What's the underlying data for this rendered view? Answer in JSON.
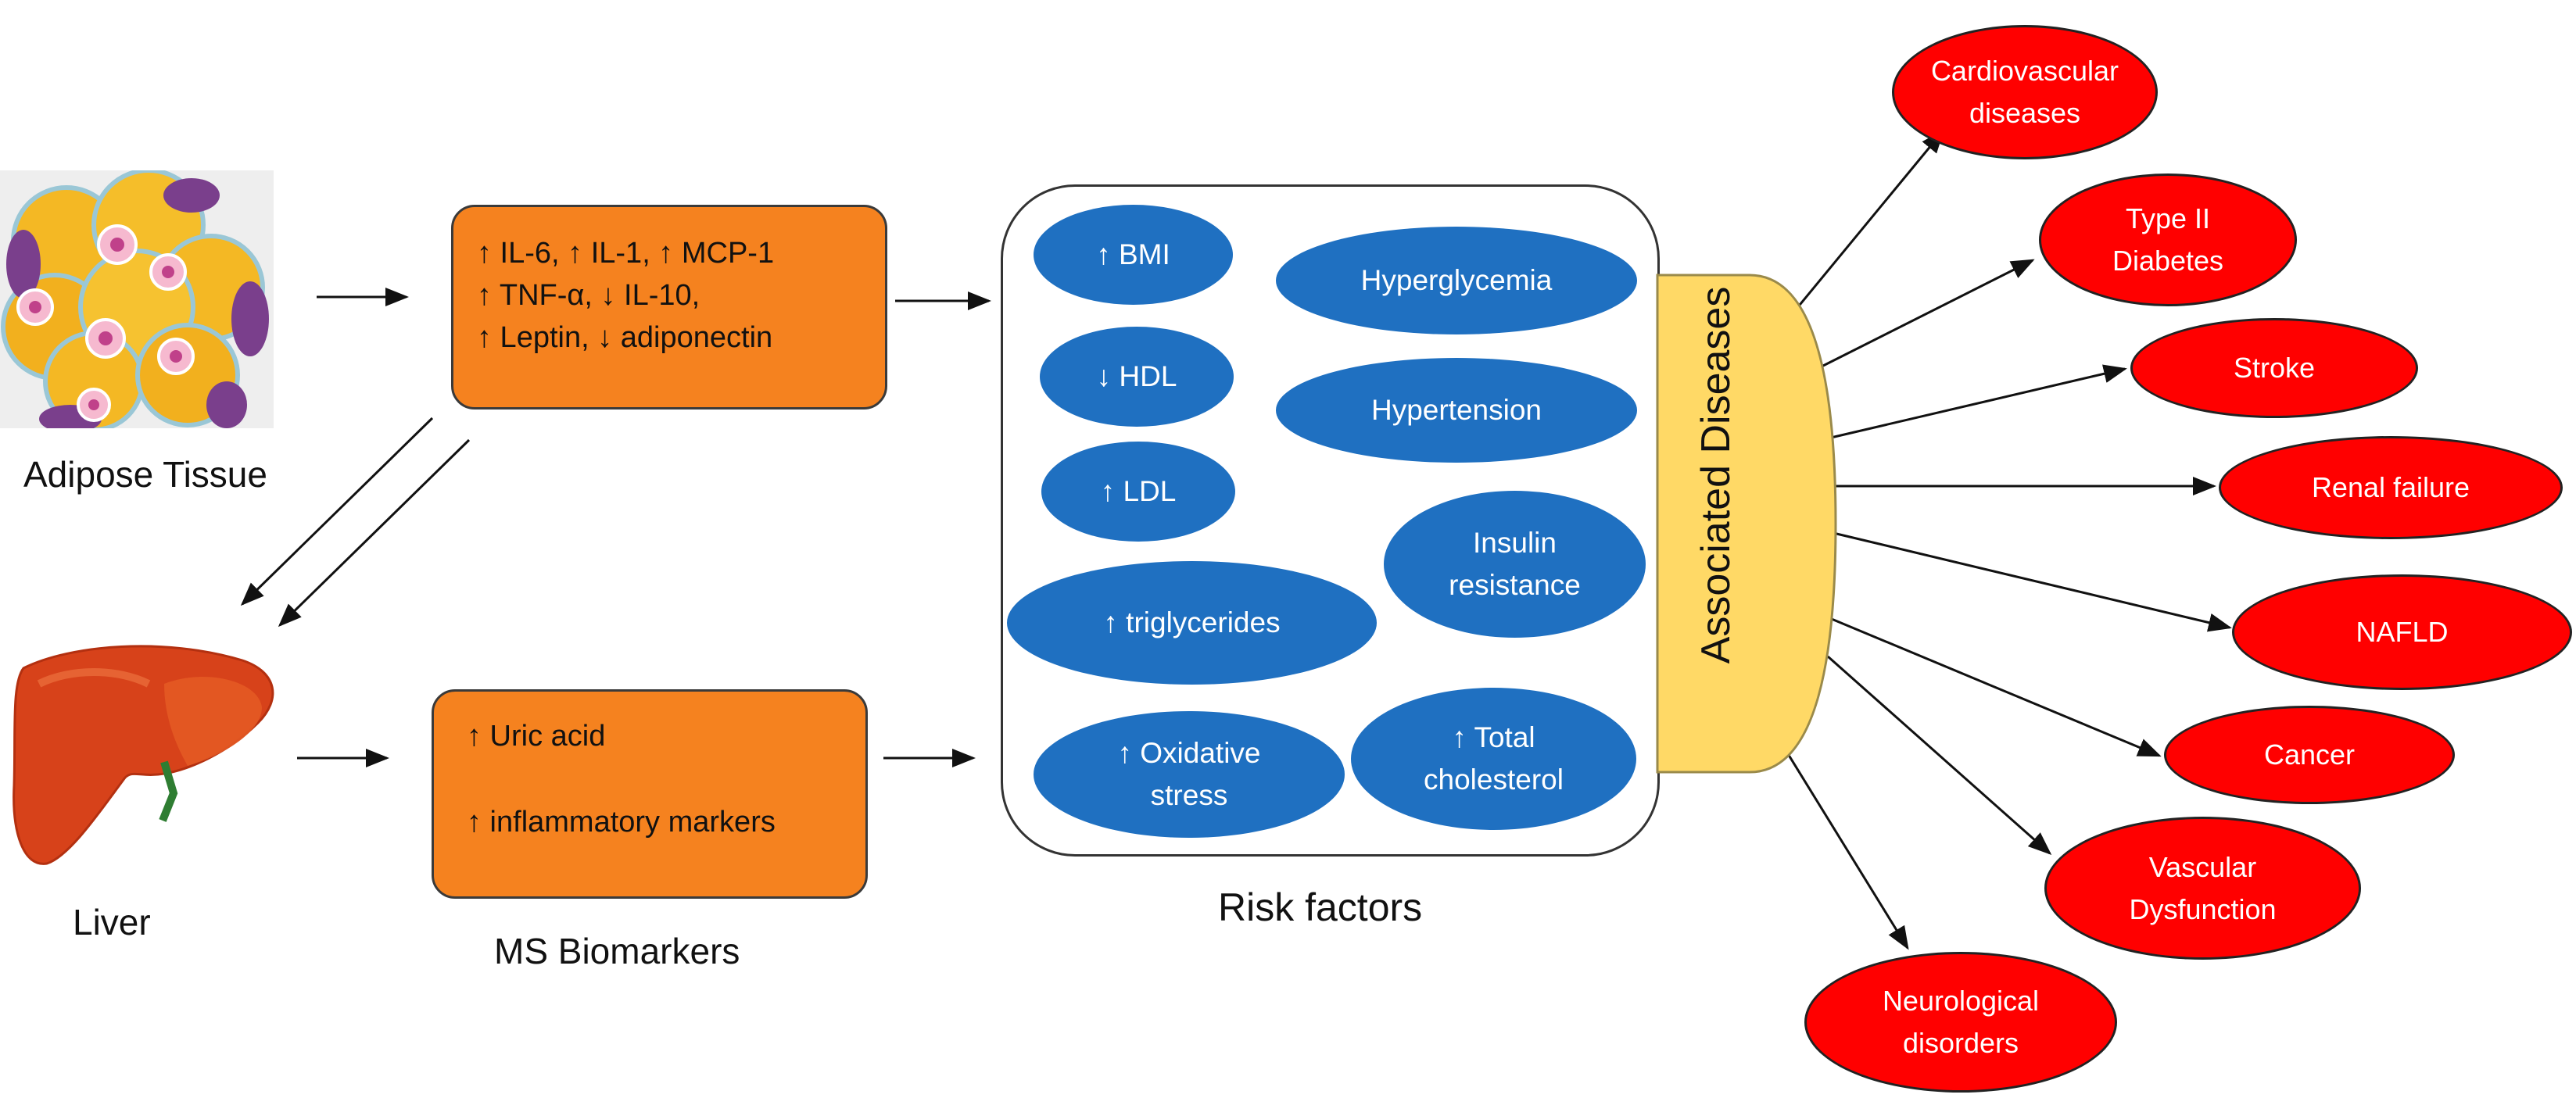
{
  "labels": {
    "adipose": "Adipose Tissue",
    "liver": "Liver",
    "ms_biomarkers": "MS Biomarkers",
    "risk_factors": "Risk factors",
    "associated": "Associated Diseases"
  },
  "adipose_markers": [
    "↑ IL-6, ↑ IL-1, ↑ MCP-1",
    "↑ TNF-α, ↓ IL-10,",
    "↑ Leptin, ↓ adiponectin"
  ],
  "liver_markers": {
    "line1": "↑ Uric acid",
    "line2": "↑ inflammatory markers"
  },
  "risk_factors": {
    "bmi": "↑ BMI",
    "hyperglycemia": "Hyperglycemia",
    "hdl": "↓ HDL",
    "hypertension": "Hypertension",
    "ldl": "↑ LDL",
    "insulin": [
      "Insulin",
      "resistance"
    ],
    "triglycerides": "↑ triglycerides",
    "oxidative": [
      "↑ Oxidative",
      "stress"
    ],
    "cholesterol": [
      "↑ Total",
      "cholesterol"
    ]
  },
  "diseases": {
    "cardio": [
      "Cardiovascular",
      "diseases"
    ],
    "diabetes": [
      "Type II",
      "Diabetes"
    ],
    "stroke": "Stroke",
    "renal": "Renal failure",
    "nafld": "NAFLD",
    "cancer": "Cancer",
    "vascular": [
      "Vascular",
      "Dysfunction"
    ],
    "neuro": [
      "Neurological",
      "disorders"
    ]
  },
  "colors": {
    "marker_box": "#f5821f",
    "risk_ellipse": "#1f70c1",
    "disease_ellipse": "#ff0000",
    "associated_panel": "#ffd966"
  }
}
